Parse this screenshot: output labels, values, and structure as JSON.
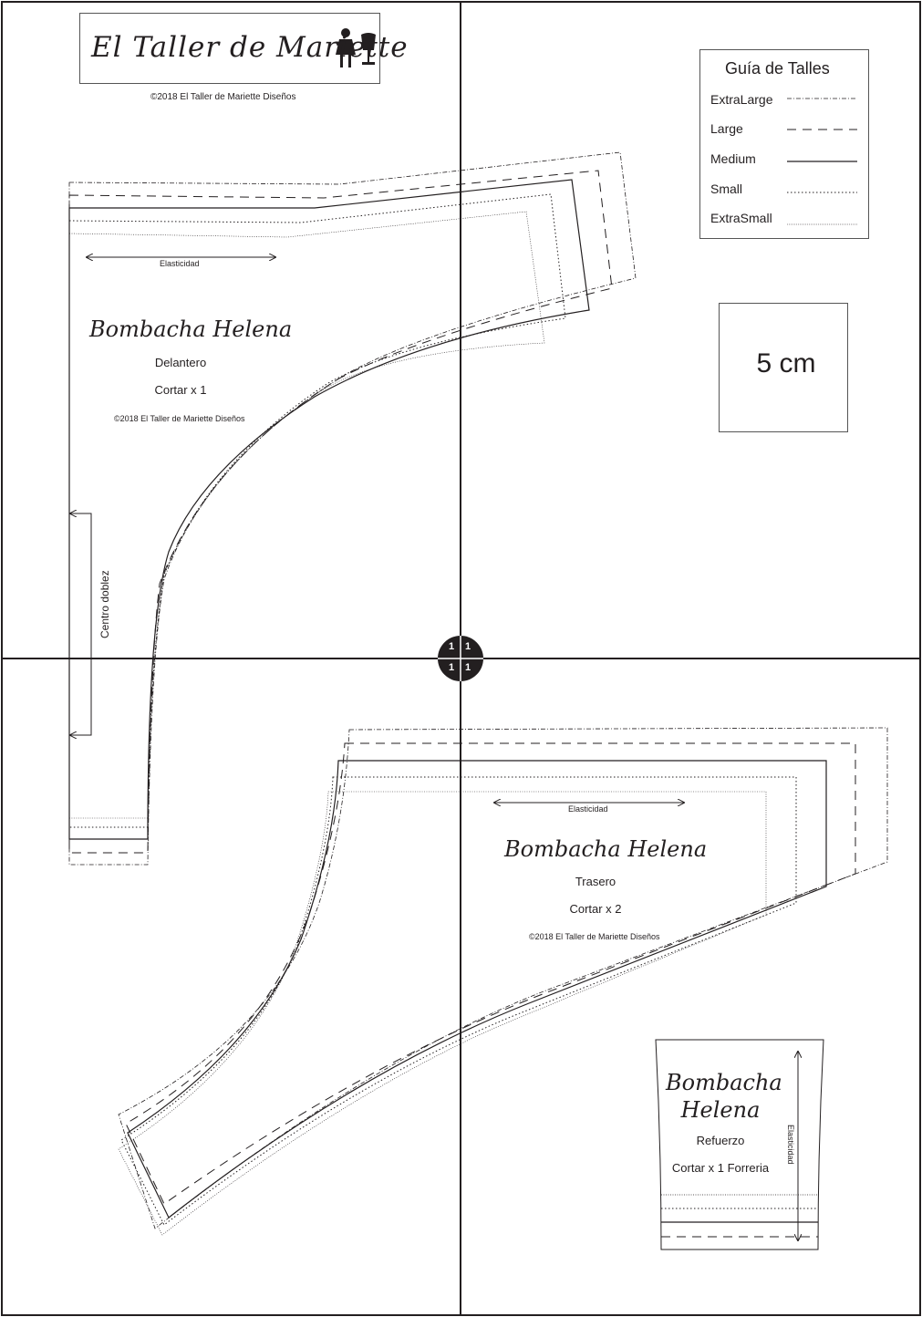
{
  "header": {
    "brand": "El Taller de Mariette",
    "copyright": "©2018 El Taller de Mariette Diseños"
  },
  "size_guide": {
    "title": "Guía de Talles",
    "sizes": [
      {
        "label": "ExtraLarge",
        "line": "dash-dot"
      },
      {
        "label": "Large",
        "line": "long-dash"
      },
      {
        "label": "Medium",
        "line": "solid"
      },
      {
        "label": "Small",
        "line": "dotted"
      },
      {
        "label": "ExtraSmall",
        "line": "fine-dotted"
      }
    ]
  },
  "scale": {
    "label": "5 cm"
  },
  "front_piece": {
    "title": "Bombacha Helena",
    "name": "Delantero",
    "cut": "Cortar x 1",
    "copyright": "©2018 El Taller de Mariette Diseños",
    "elastic_label": "Elasticidad",
    "fold_label": "Centro doblez"
  },
  "back_piece": {
    "title": "Bombacha Helena",
    "name": "Trasero",
    "cut": "Cortar x 2",
    "copyright": "©2018 El Taller de Mariette Diseños",
    "elastic_label": "Elasticidad"
  },
  "gusset_piece": {
    "title_line1": "Bombacha",
    "title_line2": "Helena",
    "name": "Refuerzo",
    "cut": "Cortar x 1 Forreria",
    "elastic_label": "Elasticidad"
  },
  "page_marker": {
    "quadrants": [
      "1",
      "1",
      "1",
      "1"
    ]
  },
  "colors": {
    "ink": "#231f20",
    "paper": "#ffffff"
  }
}
